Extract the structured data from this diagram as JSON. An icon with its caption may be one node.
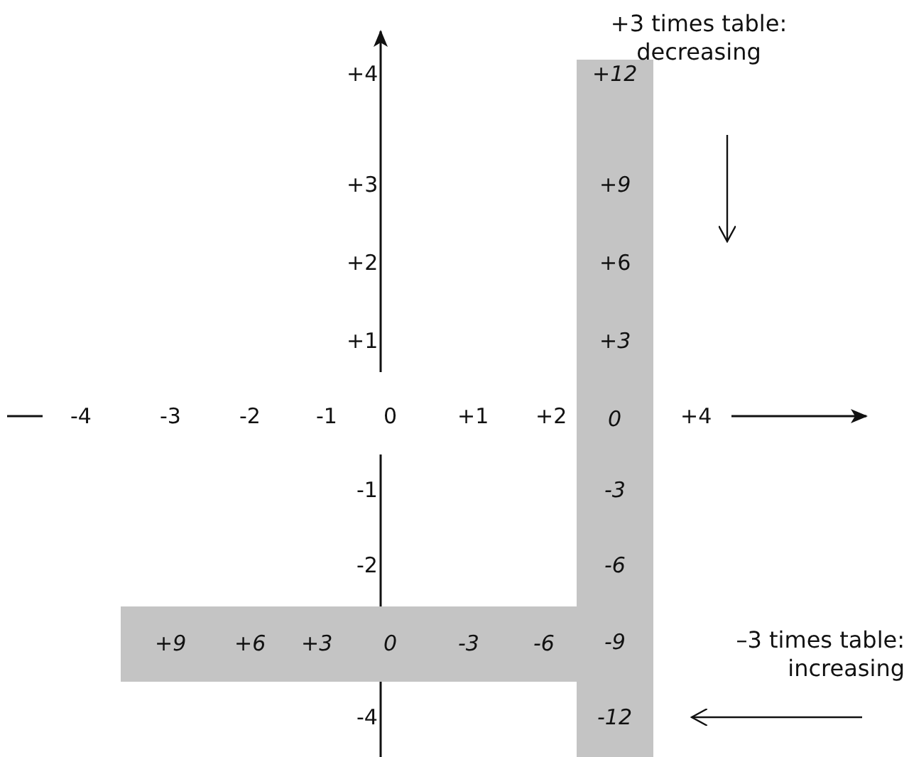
{
  "diagram": {
    "nodes": [
      {
        "text": [
          "+12",
          "+9",
          "+6",
          "+3",
          "0",
          "-3",
          "-6",
          "-9",
          "-12"
        ]
      },
      {
        "text": [
          "+9",
          "+6",
          "+3",
          "0",
          "-3",
          "-6"
        ]
      }
    ],
    "labels": [
      "+3 times table: decreasing",
      "+4",
      "+3",
      "+2",
      "+1",
      "-4",
      "-3",
      "-2",
      "-1",
      "0",
      "+1",
      "+2",
      "+4",
      "-1",
      "-2",
      "–3 times table: increasing",
      "-4"
    ]
  }
}
